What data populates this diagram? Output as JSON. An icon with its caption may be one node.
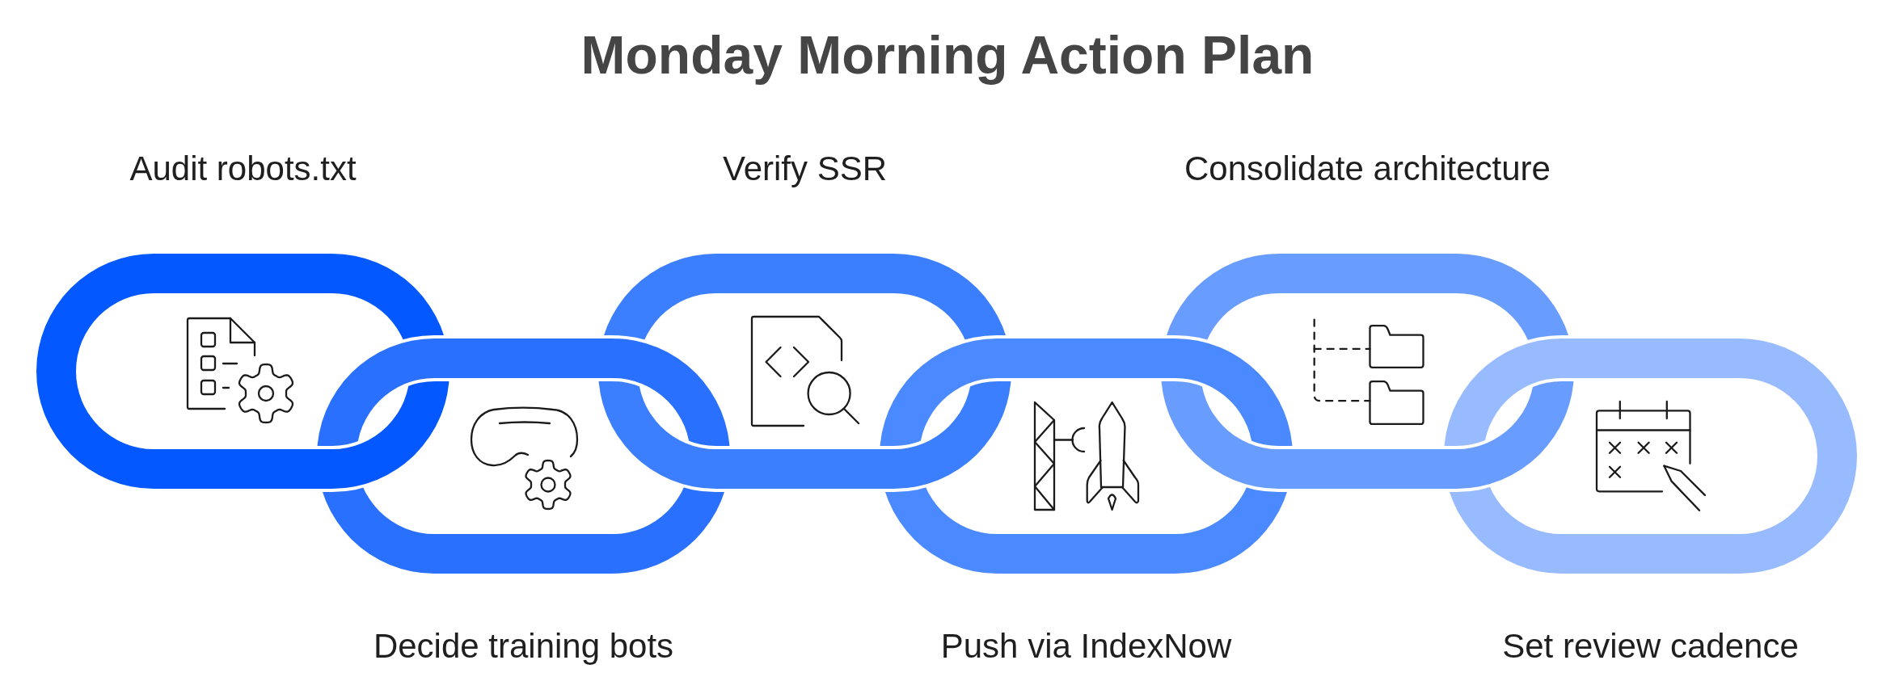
{
  "diagram": {
    "title": "Monday Morning Action Plan",
    "nodes": [
      {
        "text": [
          "Audit robots.txt"
        ]
      },
      {
        "text": [
          "Decide training bots"
        ]
      },
      {
        "text": [
          "Verify SSR"
        ]
      },
      {
        "text": [
          "Push via IndexNow"
        ]
      },
      {
        "text": [
          "Consolidate architecture"
        ]
      },
      {
        "text": [
          "Set review cadence"
        ]
      }
    ]
  }
}
